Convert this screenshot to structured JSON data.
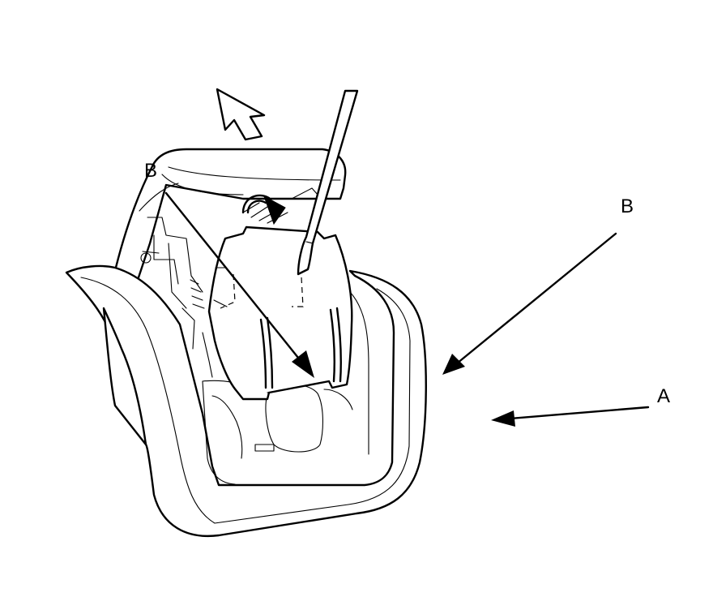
{
  "callouts": {
    "label_b_top": "B",
    "label_b_right": "B",
    "label_a": "A"
  },
  "colors": {
    "line": "#000000",
    "background": "#ffffff"
  },
  "icons": {
    "pull_direction": "hollow-arrow-up-left-icon",
    "rotation": "curved-rotation-arrow-icon"
  }
}
